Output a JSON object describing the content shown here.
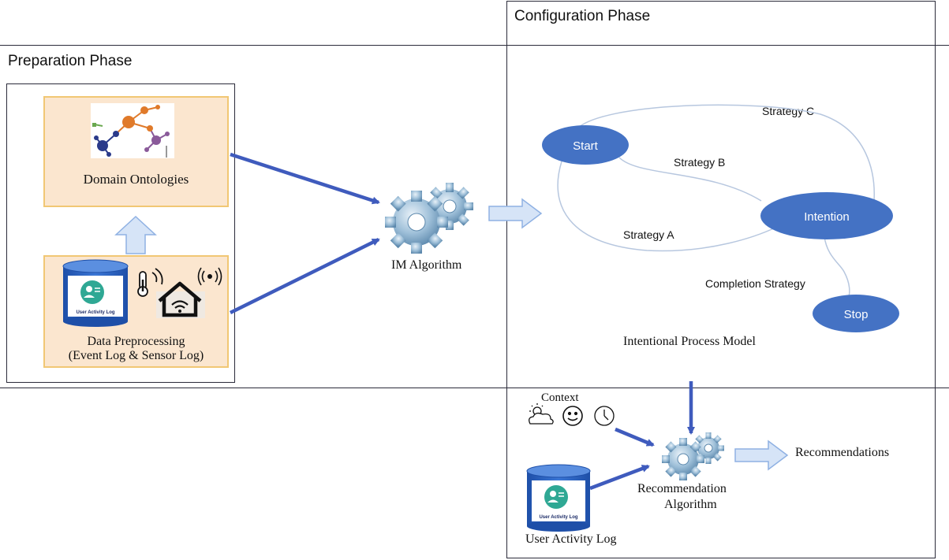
{
  "phases": {
    "configuration": "Configuration Phase",
    "preparation": "Preparation Phase"
  },
  "preparation": {
    "domain_ontologies": "Domain Ontologies",
    "data_preprocessing_line1": "Data Preprocessing",
    "data_preprocessing_line2": "(Event Log & Sensor Log)",
    "db_label": "User Activity Log"
  },
  "im_algorithm": "IM Algorithm",
  "process_model": {
    "nodes": {
      "start": "Start",
      "intention": "Intention",
      "stop": "Stop"
    },
    "strategies": {
      "a": "Strategy A",
      "b": "Strategy B",
      "c": "Strategy C",
      "completion": "Completion Strategy"
    },
    "caption": "Intentional Process Model"
  },
  "recommendation": {
    "context": "Context",
    "algorithm_line1": "Recommendation",
    "algorithm_line2": "Algorithm",
    "output": "Recommendations",
    "user_activity_log": "User Activity Log",
    "db_label": "User Activity Log"
  },
  "colors": {
    "arrow_blue": "#3f5bbd",
    "node_blue": "#4472c4",
    "orange_fill": "#fbe6cf",
    "orange_border": "#f1c774",
    "hollow_arrow_fill": "#d6e4f7",
    "hollow_arrow_stroke": "#8fb1e3"
  }
}
